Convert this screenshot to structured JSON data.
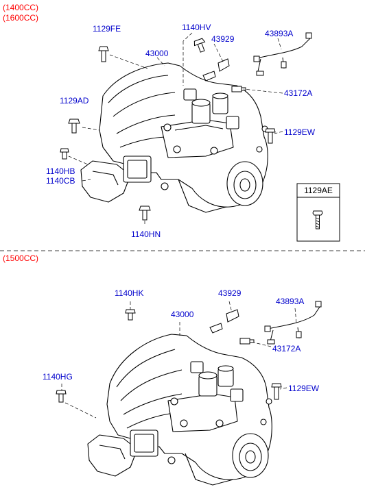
{
  "colors": {
    "variant_text": "#ff0000",
    "part_text": "#0000cc",
    "line": "#000000"
  },
  "sections": [
    {
      "variants": [
        "(1400CC)",
        "(1600CC)"
      ],
      "parts": [
        "1129FE",
        "43000",
        "1140HV",
        "43929",
        "43893A",
        "1129AD",
        "43172A",
        "1129EW",
        "1140HB",
        "1140CB",
        "1140HN"
      ]
    },
    {
      "variants": [
        "(1500CC)"
      ],
      "parts": [
        "1140HK",
        "43929",
        "43000",
        "43893A",
        "43172A",
        "1140HG",
        "1129EW"
      ]
    }
  ],
  "legend": {
    "code": "1129AE",
    "icon": "bolt-icon"
  }
}
